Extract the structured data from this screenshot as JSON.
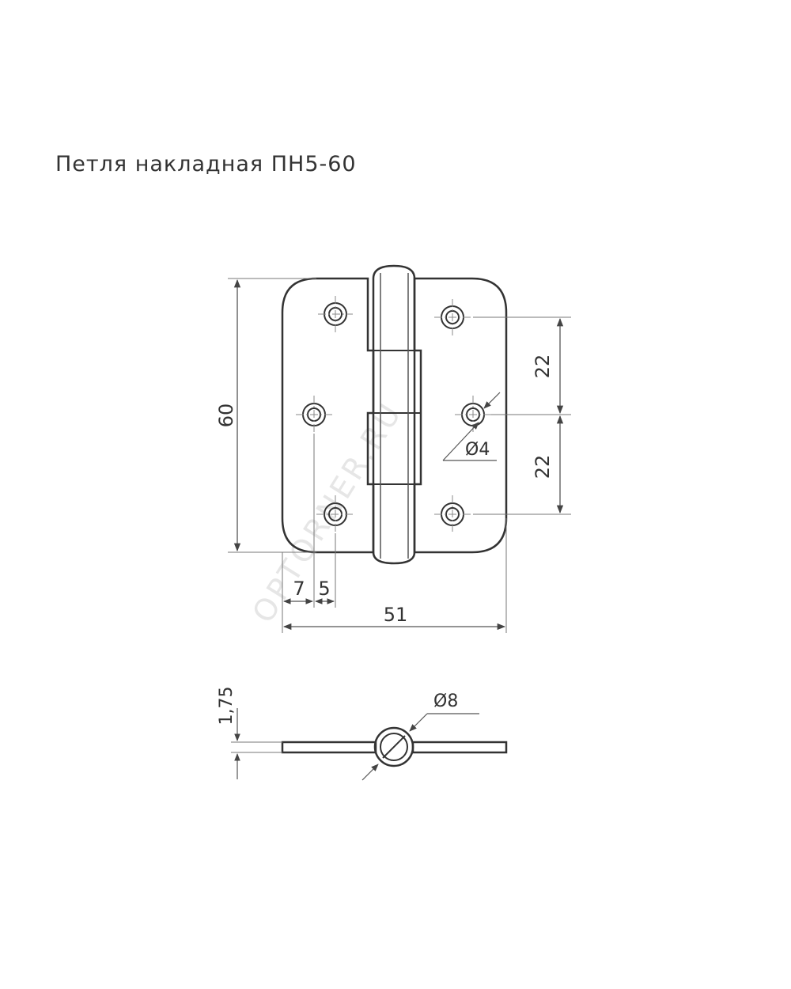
{
  "title": "Петля накладная ПН5-60",
  "dimensions": {
    "height": "60",
    "hole_spacing_top": "22",
    "hole_spacing_bottom": "22",
    "hole_diameter": "Ø4",
    "offset_a": "7",
    "offset_b": "5",
    "width": "51",
    "thickness": "1,75",
    "knuckle_diameter": "Ø8"
  },
  "watermark": "OPTORNER.RU",
  "colors": {
    "line": "#333333",
    "dim": "#777777",
    "watermark": "#e6e6e6"
  }
}
